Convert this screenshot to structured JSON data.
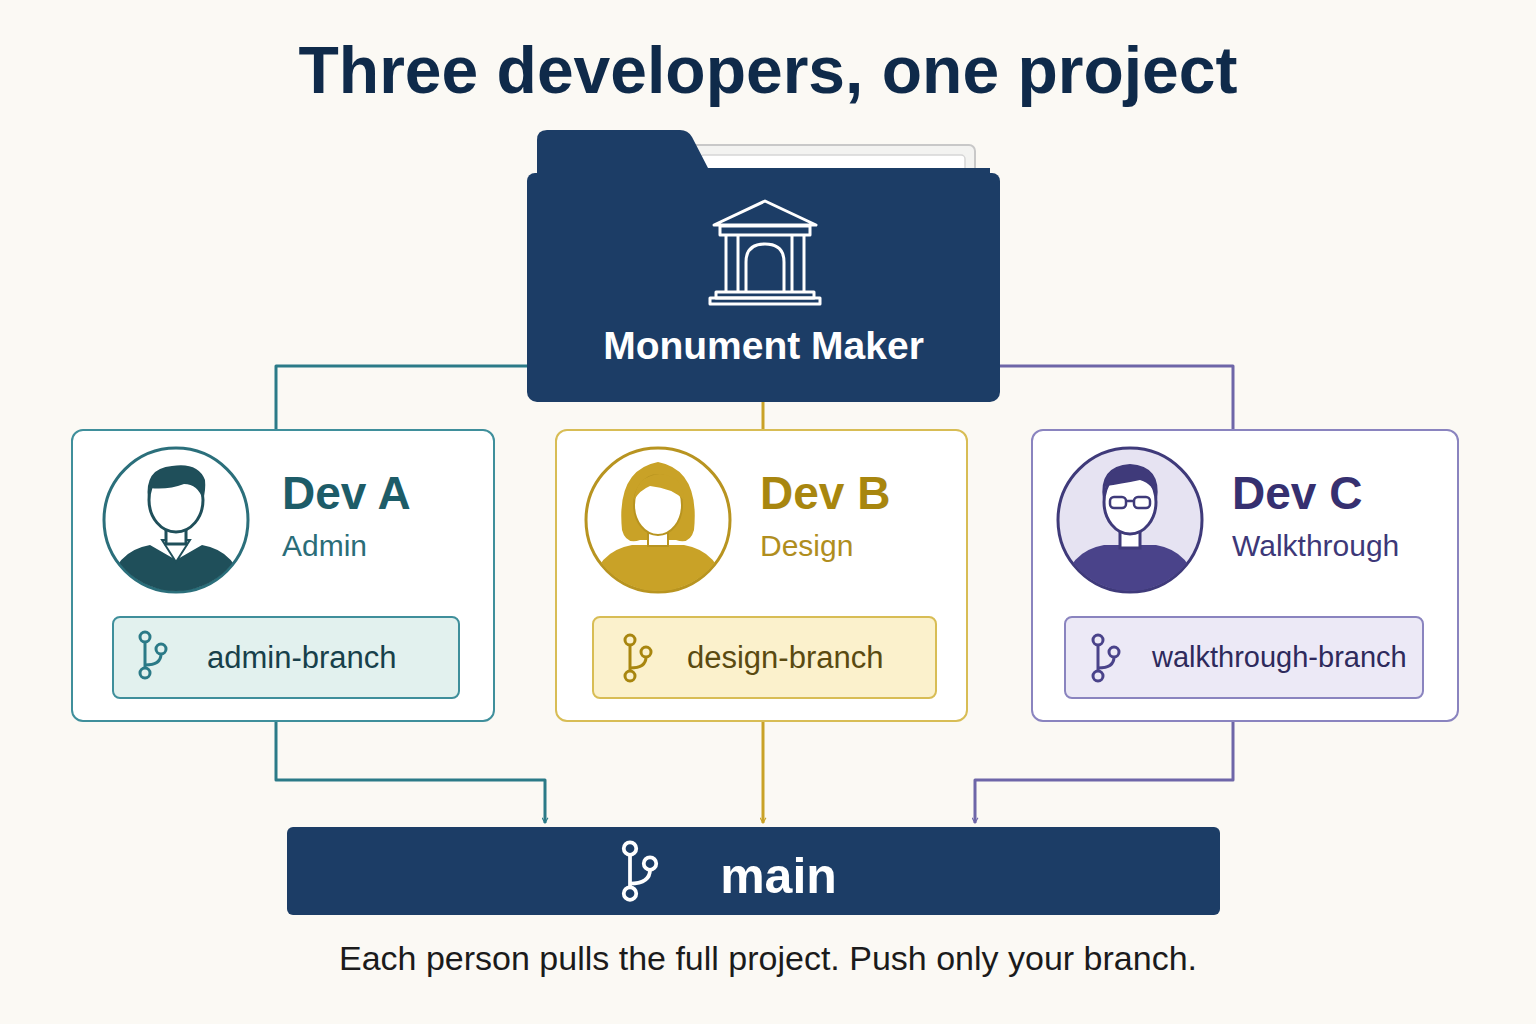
{
  "diagram": {
    "title": "Three developers, one project",
    "caption": "Each person pulls the full project. Push only your branch.",
    "nodes": [
      {
        "text": [
          "Monument Maker"
        ]
      },
      {
        "text": [
          "Dev A",
          "Admin"
        ]
      },
      {
        "text": [
          "admin-branch"
        ],
        "in": 1
      },
      {
        "text": [
          "Dev B",
          "Design"
        ]
      },
      {
        "text": [
          "design-branch"
        ],
        "in": 3
      },
      {
        "text": [
          "Dev C",
          "Walkthrough"
        ]
      },
      {
        "text": [
          "walkthrough-branch"
        ],
        "in": 5
      },
      {
        "text": [
          "main"
        ]
      }
    ],
    "edges": [
      {
        "from": 0,
        "to": 1,
        "arrow": "none"
      },
      {
        "from": 0,
        "to": 3,
        "arrow": "none"
      },
      {
        "from": 0,
        "to": 5,
        "arrow": "none"
      },
      {
        "from": 1,
        "to": 7,
        "arrow": "to"
      },
      {
        "from": 3,
        "to": 7,
        "arrow": "to"
      },
      {
        "from": 5,
        "to": 7,
        "arrow": "to"
      }
    ]
  }
}
